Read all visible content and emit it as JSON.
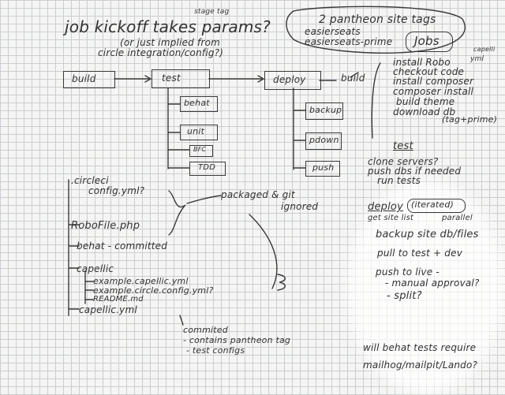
{
  "notes": {
    "header": {
      "question": "job kickoff takes params?",
      "overline": "stage tag",
      "sub1": "(or just implied from",
      "sub2": "circle integration/config?)"
    },
    "pantheon": {
      "title": "2 pantheon site tags",
      "tag1": "easierseats",
      "tag2": "easierseats-prime"
    },
    "pipeline": {
      "build": "build",
      "test": "test",
      "deploy": "deploy"
    },
    "test_substeps": [
      "behat",
      "unit",
      "BFC",
      "TDD"
    ],
    "deploy_substeps": [
      "backup",
      "pdown",
      "push"
    ],
    "jobs": {
      "title": "Jobs",
      "build_label": "build",
      "build_steps": [
        "install Robo",
        "checkout code",
        "install composer",
        "composer install",
        "build theme",
        "download db",
        "(tag+prime)"
      ],
      "robo_margin": "yml",
      "robo_margin2": "capelli",
      "test_label": "test",
      "test_steps": [
        "clone servers?",
        "push dbs if needed",
        "run tests"
      ],
      "deploy_label": "deploy",
      "deploy_annot": "(iterated)",
      "deploy_annot2": "parallel",
      "deploy_steps": [
        "get site list",
        "backup site db/files",
        "pull to test + dev",
        "push to live -",
        "- manual approval?",
        "- split?"
      ]
    },
    "files": {
      "items": [
        ".circleci",
        "config.yml?",
        "RoboFile.php",
        "behat - committed",
        "capellic",
        "example.capellic.yml",
        "example.circle.config.yml?",
        "README.md",
        "capellic.yml"
      ],
      "packaged": "packaged & git",
      "ignored": "ignored",
      "committed": "commited",
      "contains": "- contains pantheon tag",
      "test_configs": "- test configs"
    },
    "footer": {
      "line1": "will behat tests require",
      "line2": "mailhog/mailpit/Lando?"
    }
  }
}
